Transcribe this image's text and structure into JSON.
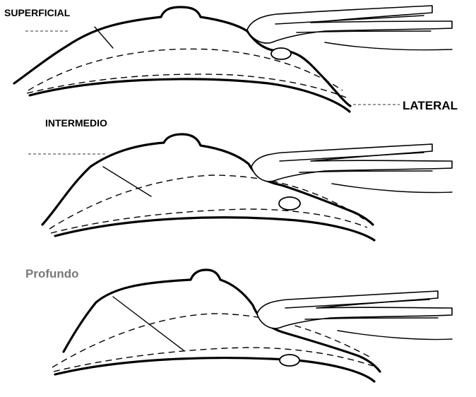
{
  "labels": {
    "superficial": "SUPERFICIAL",
    "lateral": "LATERAL",
    "intermedio": "INTERMEDIO",
    "profundo": "Profundo"
  },
  "colors": {
    "line": "#000000",
    "profundo_label": "#7a7a7a",
    "background": "#ffffff"
  }
}
